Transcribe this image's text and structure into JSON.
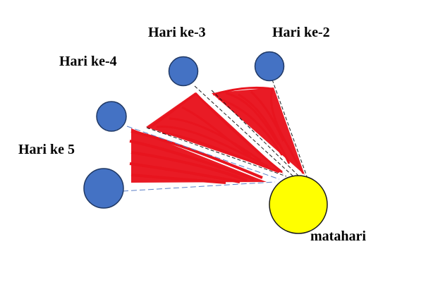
{
  "labels": {
    "day2": "Hari ke-2",
    "day3": "Hari ke-3",
    "day4": "Hari ke-4",
    "day5": "Hari ke 5",
    "sun": "matahari"
  },
  "colors": {
    "planet_fill": "#4472C4",
    "planet_stroke": "#1F3864",
    "sun_fill": "#FFFF00",
    "sun_stroke": "#1A1A1A",
    "sector_fill": "#E8141E",
    "line_black": "#1A1A1A",
    "line_blue": "#5B7FC6"
  }
}
